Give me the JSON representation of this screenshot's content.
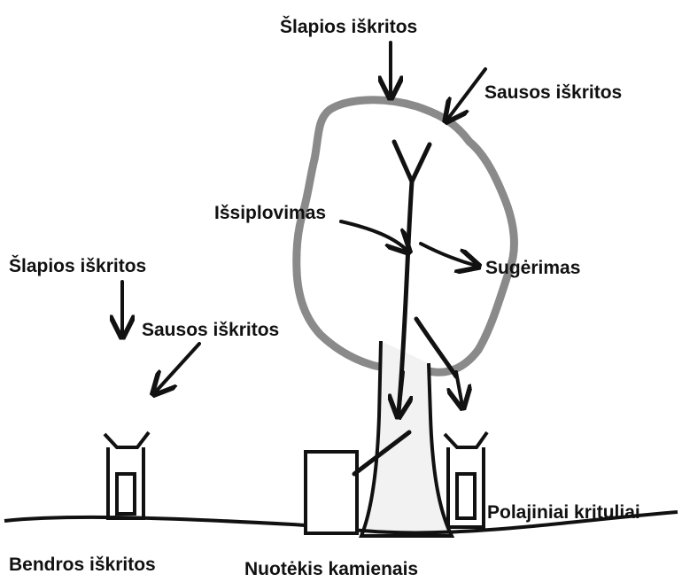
{
  "labels": {
    "top_wet": "Šlapios iškritos",
    "top_dry": "Sausos iškritos",
    "washout": "Išsiplovimas",
    "absorption": "Sugėrimas",
    "left_wet": "Šlapios iškritos",
    "left_dry": "Sausos iškritos",
    "throughfall": "Polajiniai krituliai",
    "bulk": "Bendros iškritos",
    "stemflow": "Nuotėkis kamienais"
  },
  "colors": {
    "ink": "#111111",
    "canopy_fill": "#ffffff",
    "canopy_stroke": "#8a8a8a",
    "trunk_fill": "#f2f2f2",
    "background": "#ffffff"
  }
}
